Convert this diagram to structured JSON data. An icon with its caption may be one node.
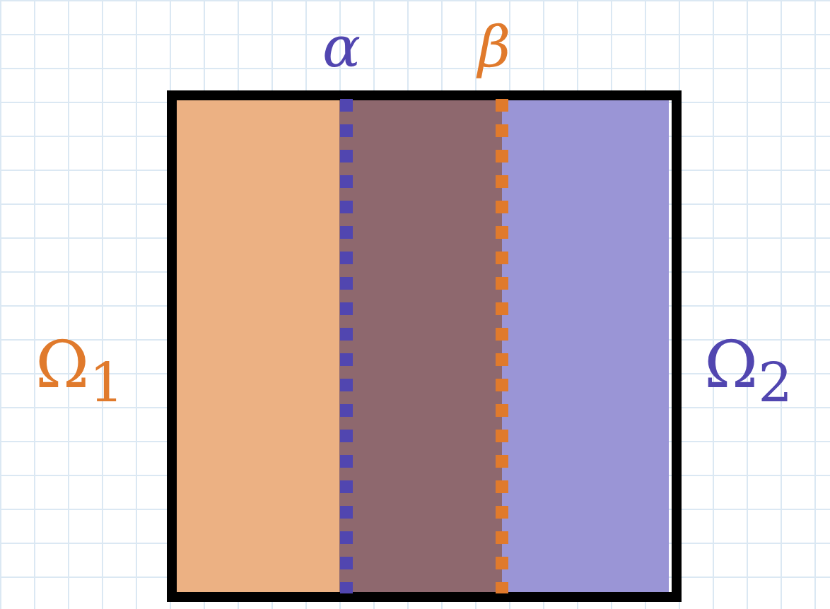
{
  "diagram": {
    "nodes": [
      {
        "text": [],
        "shape": "box"
      },
      {
        "text": [],
        "shape": "box",
        "in": 0,
        "beside": [
          "Ω$_{1}$"
        ]
      },
      {
        "text": [],
        "shape": "box",
        "in": 0,
        "beside": [
          "Ω$_{2}$"
        ]
      }
    ],
    "labels": [
      "α",
      "β"
    ]
  }
}
